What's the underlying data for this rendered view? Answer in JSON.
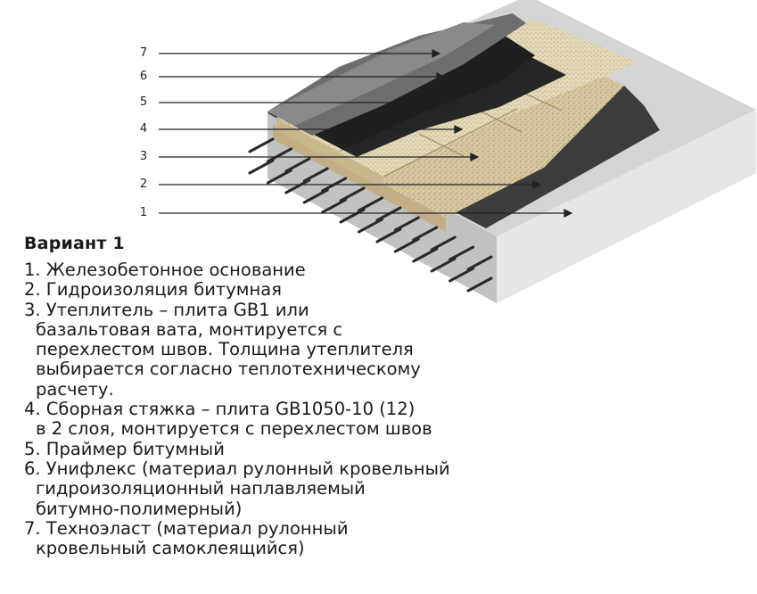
{
  "callout_numbers": [
    "7",
    "6",
    "5",
    "4",
    "3",
    "2",
    "1"
  ],
  "variant_title": "Вариант 1",
  "legend": [
    {
      "lines": [
        "1. Железобетонное основание"
      ]
    },
    {
      "lines": [
        "2. Гидроизоляция битумная"
      ]
    },
    {
      "lines": [
        "3. Утеплитель – плита GB1 или",
        "базальтовая вата, монтируется с",
        "перехлестом швов. Толщина утеплителя",
        "выбирается согласно теплотехническому",
        "расчету."
      ]
    },
    {
      "lines": [
        "4. Сборная стяжка – плита GB1050-10 (12)",
        "в 2 слоя, монтируется с перехлестом швов"
      ]
    },
    {
      "lines": [
        "5. Праймер битумный"
      ]
    },
    {
      "lines": [
        "6. Унифлекс (материал рулонный кровельный",
        "гидроизоляционный наплавляемый",
        "битумно-полимерный)"
      ]
    },
    {
      "lines": [
        "7. Техноэласт (материал рулонный",
        "кровельный самоклеящийся)"
      ]
    }
  ],
  "colors": {
    "concrete": "#d4d4d4",
    "concrete_side": "#c2c2c2",
    "bitumen": "#3c3c3c",
    "insulation": "#d8c9a0",
    "board": "#e4d9b8",
    "membrane_dark": "#1f1f1f",
    "membrane_grey": "#6e6e6e",
    "rebar": "#2a2a2a"
  }
}
